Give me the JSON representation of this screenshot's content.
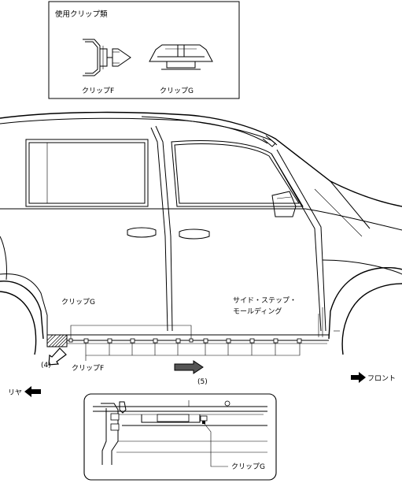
{
  "legend": {
    "title": "使用クリップ類",
    "clip_f": "クリップF",
    "clip_g": "クリップG"
  },
  "main": {
    "callout_clip_g": "クリップG",
    "callout_clip_f": "クリップF",
    "callout_molding_line1": "サイド・ステップ・",
    "callout_molding_line2": "モールディング",
    "step_4": "(4)",
    "step_5": "(5)",
    "rear": "リヤ",
    "front": "フロント"
  },
  "detail": {
    "callout_clip_g": "クリップG"
  }
}
